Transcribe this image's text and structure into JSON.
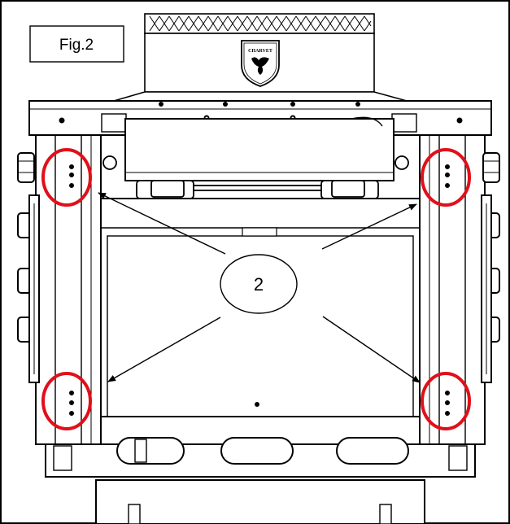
{
  "figure": {
    "label": "Fig.2",
    "callout_number": "2",
    "brand": "CHARVET",
    "highlight_color": "#e0101a",
    "line_color": "#000000"
  }
}
